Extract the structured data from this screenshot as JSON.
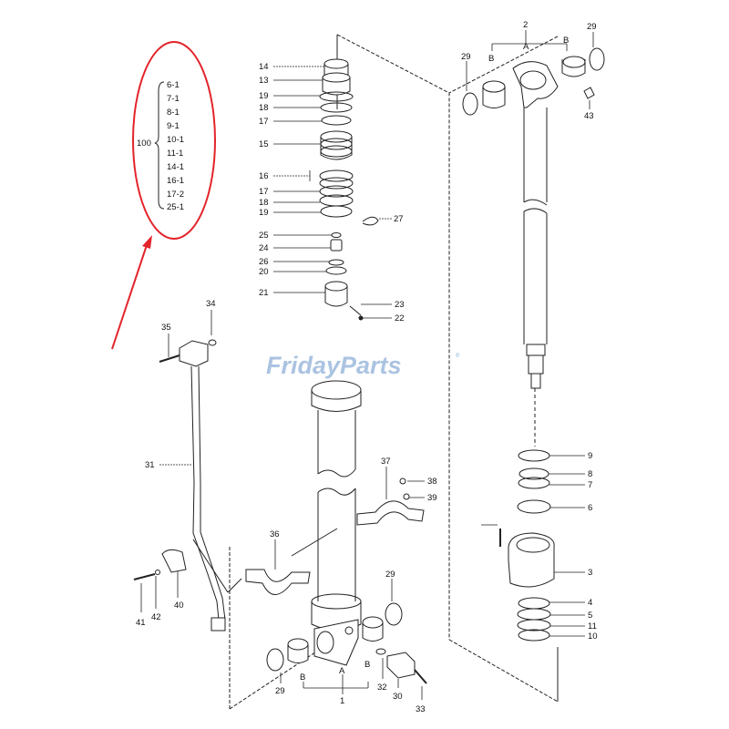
{
  "watermark": {
    "brand": "FridayParts",
    "reg_mark": "®"
  },
  "kit": {
    "number": "100",
    "items": [
      "6-1",
      "7-1",
      "8-1",
      "9-1",
      "10-1",
      "11-1",
      "14-1",
      "16-1",
      "17-2",
      "25-1"
    ]
  },
  "callouts": {
    "p1": "1",
    "p2": "2",
    "p3": "3",
    "p4": "4",
    "p5": "5",
    "p6": "6",
    "p7": "7",
    "p8": "8",
    "p9": "9",
    "p10": "10",
    "p11": "11",
    "p13": "13",
    "p14": "14",
    "p15": "15",
    "p16": "16",
    "p17a": "17",
    "p17b": "17",
    "p18a": "18",
    "p18b": "18",
    "p19a": "19",
    "p19b": "19",
    "p20": "20",
    "p21": "21",
    "p22": "22",
    "p23": "23",
    "p24": "24",
    "p25": "25",
    "p26": "26",
    "p27": "27",
    "p29a": "29",
    "p29b": "29",
    "p29c": "29",
    "p29d": "29",
    "p30": "30",
    "p31": "31",
    "p32": "32",
    "p33": "33",
    "p34": "34",
    "p35": "35",
    "p36": "36",
    "p37": "37",
    "p38": "38",
    "p39": "39",
    "p40": "40",
    "p41": "41",
    "p42": "42",
    "p43": "43",
    "pA_top": "A",
    "pB_top_left": "B",
    "pB_top_right": "B",
    "pA_bot": "A",
    "pB_bot_left": "B",
    "pB_bot_right": "B"
  },
  "colors": {
    "highlight": "#e3242b",
    "line": "#222222",
    "watermark": "#8fb0d8"
  }
}
